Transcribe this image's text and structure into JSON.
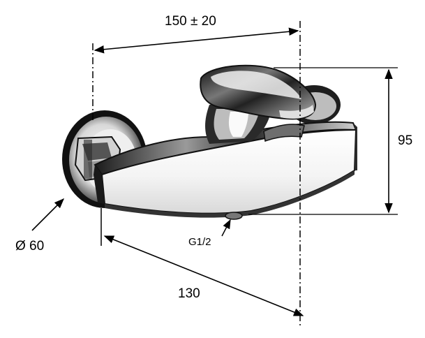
{
  "dimensions": {
    "width_label": "150 ± 20",
    "height_label": "95",
    "depth_label": "130",
    "diameter_label": "Ø 60",
    "thread_label": "G1/2"
  },
  "colors": {
    "line": "#000000",
    "chrome_dark": "#1a1a1a",
    "chrome_mid": "#8a8a8a",
    "chrome_light": "#f2f2f2"
  }
}
